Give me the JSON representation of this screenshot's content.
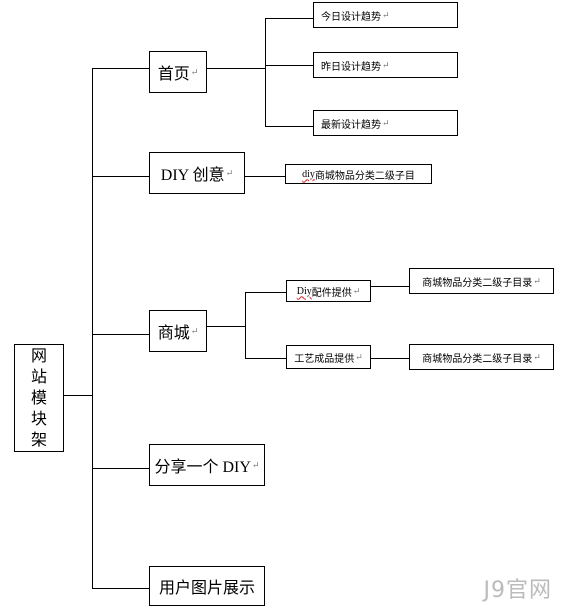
{
  "root": {
    "chars": [
      "网",
      "站",
      "模",
      "块",
      "架"
    ]
  },
  "home": {
    "label": "首页",
    "children": [
      "今日设计趋势",
      "昨日设计趋势",
      "最新设计趋势"
    ]
  },
  "diy": {
    "label": "DIY 创意",
    "child_prefix": "diy",
    "child_rest": " 商城物品分类二级子目"
  },
  "shop": {
    "label": "商城",
    "branch1": {
      "prefix": "Diy",
      "rest": " 配件提供",
      "child": "商城物品分类二级子目录"
    },
    "branch2": {
      "label": "工艺成品提供",
      "child": "商城物品分类二级子目录"
    }
  },
  "share": {
    "label": "分享一个 DIY"
  },
  "gallery": {
    "label": "用户图片展示"
  },
  "return_mark": "↵",
  "watermark": "J9官网"
}
